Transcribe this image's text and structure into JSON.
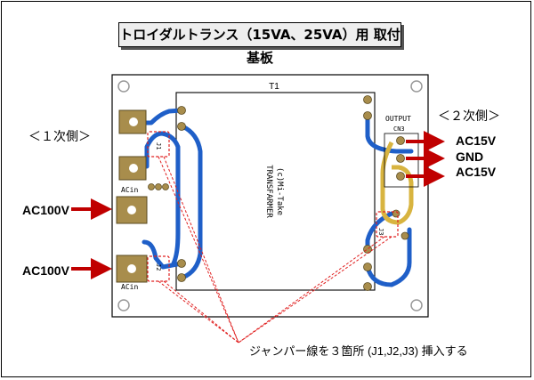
{
  "title": "トロイダルトランス（15VA、25VA）用 取付基板",
  "primary_label": "＜１次側＞",
  "secondary_label": "＜２次側＞",
  "inputs": [
    "AC100V",
    "AC100V"
  ],
  "outputs": [
    "AC15V",
    "GND",
    "AC15V"
  ],
  "board": {
    "transformer_ref": "T1",
    "transformer_text": [
      "TRANSFARMER",
      "(c)Mi-Take"
    ],
    "output_label": "OUTPUT",
    "output_ref": "CN3",
    "acin_labels": [
      "ACin",
      "ACin"
    ],
    "jumper_refs": [
      "J1",
      "J2",
      "J3"
    ]
  },
  "note": "ジャンパー線を３箇所 (J1,J2,J3) 挿入する",
  "colors": {
    "trace_blue": "#1f5fc8",
    "trace_yellow": "#d8b440",
    "arrow_red": "#c00000",
    "dash_red": "#e02020",
    "pad_gold": "#a88d4c"
  }
}
